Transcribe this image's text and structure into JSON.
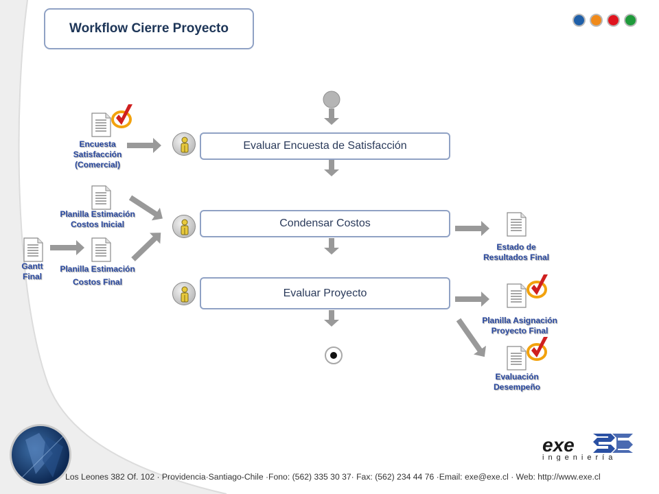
{
  "title": "Workflow Cierre Proyecto",
  "colors": {
    "accent_border": "#8fa1c4",
    "title_text": "#1d3557",
    "doc_label": "#2b4aa0",
    "arrow": "#999999",
    "dots": [
      "#1f5fa8",
      "#f08a1a",
      "#e0141e",
      "#1e9a3a"
    ]
  },
  "processes": {
    "p1": "Evaluar Encuesta de Satisfacción",
    "p2": "Condensar Costos",
    "p3": "Evaluar Proyecto"
  },
  "documents": {
    "encuesta": [
      "Encuesta",
      "Satisfacción",
      "(Comercial)"
    ],
    "planilla_inicial": [
      "Planilla Estimación",
      "Costos  Inicial"
    ],
    "gantt": [
      "Gantt",
      "Final"
    ],
    "planilla_final": [
      "Planilla Estimación",
      "Costos  Final"
    ],
    "estado": [
      "Estado  de",
      "Resultados   Final"
    ],
    "asignacion": [
      "Planilla Asignación",
      "Proyecto  Final"
    ],
    "evaluacion": [
      "Evaluación",
      "Desempeño"
    ]
  },
  "logo": {
    "word": "exe",
    "sub": "ingeniería"
  },
  "footer": "Los Leones 382 Of. 102 · Providencia·Santiago-Chile ·Fono: (562) 335 30 37· Fax: (562) 234 44 76 ·Email: exe@exe.cl · Web: http://www.exe.cl",
  "icons": [
    "document-icon",
    "checkmark-icon",
    "actor-icon",
    "start-node-icon",
    "end-node-icon",
    "arrow-icon"
  ]
}
